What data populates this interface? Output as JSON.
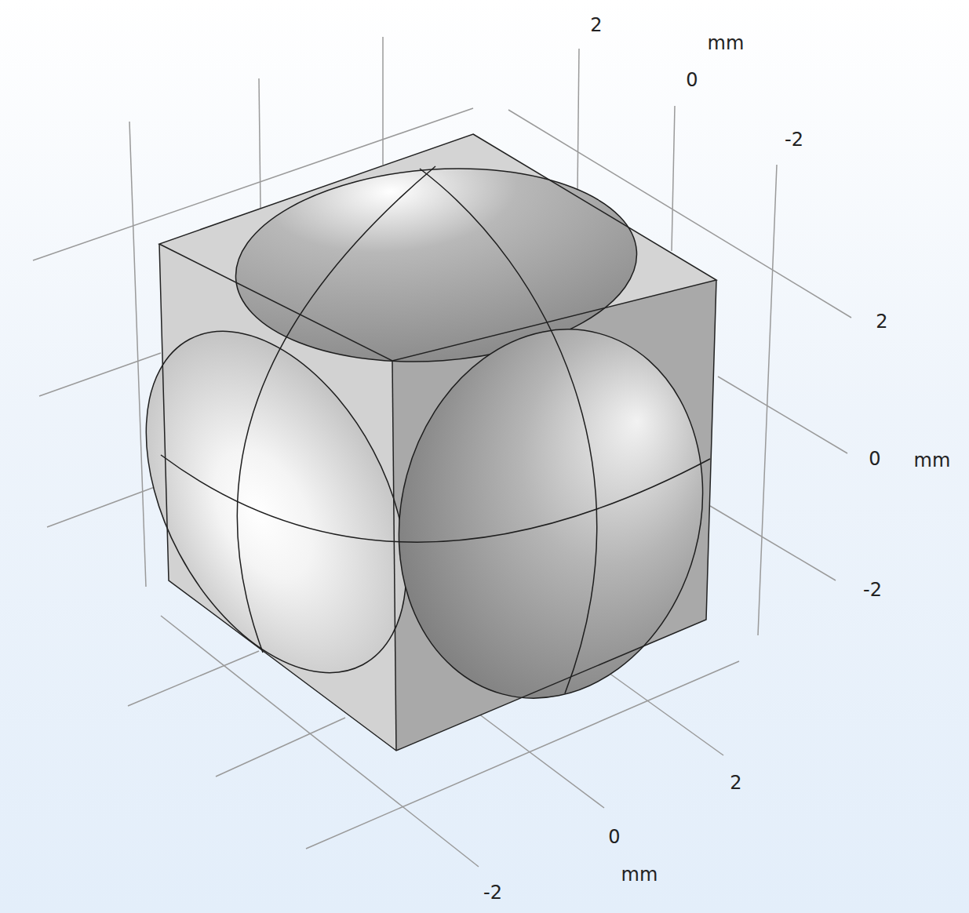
{
  "diagram": {
    "labels": [
      "2",
      "mm",
      "0",
      "-2",
      "2",
      "0",
      "mm",
      "-2",
      "2",
      "0",
      "mm",
      "-2"
    ]
  }
}
